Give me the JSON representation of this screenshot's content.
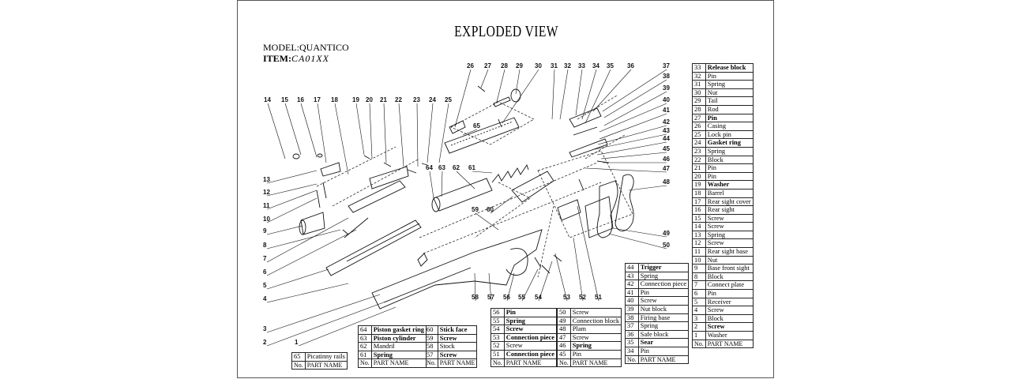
{
  "title": "EXPLODED VIEW",
  "model_label": "MODEL:",
  "model_value": "QUANTICO",
  "item_label": "ITEM:",
  "item_value": "CA01XX",
  "callouts": [
    "1",
    "2",
    "3",
    "4",
    "5",
    "6",
    "7",
    "8",
    "9",
    "10",
    "11",
    "12",
    "13",
    "14",
    "15",
    "16",
    "17",
    "18",
    "19",
    "20",
    "21",
    "22",
    "23",
    "24",
    "25",
    "26",
    "27",
    "28",
    "29",
    "30",
    "31",
    "32",
    "33",
    "34",
    "35",
    "36",
    "37",
    "38",
    "39",
    "40",
    "41",
    "42",
    "43",
    "44",
    "45",
    "46",
    "47",
    "48",
    "49",
    "50",
    "51",
    "52",
    "53",
    "54",
    "55",
    "56",
    "57",
    "58",
    "59",
    "60",
    "61",
    "62",
    "63",
    "64",
    "65"
  ],
  "header": {
    "no": "No.",
    "name": "PART NAME"
  },
  "tables": {
    "right": {
      "rows": [
        {
          "no": "33",
          "name": "Release block",
          "bold": true
        },
        {
          "no": "32",
          "name": "Pin",
          "bold": false
        },
        {
          "no": "31",
          "name": "Spring",
          "bold": false
        },
        {
          "no": "30",
          "name": "Nut",
          "bold": false
        },
        {
          "no": "29",
          "name": "Tail",
          "bold": false
        },
        {
          "no": "28",
          "name": "Rod",
          "bold": false
        },
        {
          "no": "27",
          "name": "Pin",
          "bold": true
        },
        {
          "no": "26",
          "name": "Casing",
          "bold": false
        },
        {
          "no": "25",
          "name": "Lock pin",
          "bold": false
        },
        {
          "no": "24",
          "name": "Gasket ring",
          "bold": true
        },
        {
          "no": "23",
          "name": "Spring",
          "bold": false
        },
        {
          "no": "22",
          "name": "Block",
          "bold": false
        },
        {
          "no": "21",
          "name": "Pin",
          "bold": false
        },
        {
          "no": "20",
          "name": "Pin",
          "bold": false
        },
        {
          "no": "19",
          "name": "Washer",
          "bold": true
        },
        {
          "no": "18",
          "name": "Barrel",
          "bold": false
        },
        {
          "no": "17",
          "name": "Rear sight cover",
          "bold": false
        },
        {
          "no": "16",
          "name": "Rear sight",
          "bold": false
        },
        {
          "no": "15",
          "name": "Screw",
          "bold": false
        },
        {
          "no": "14",
          "name": "Screw",
          "bold": false
        },
        {
          "no": "13",
          "name": "Spring",
          "bold": false
        },
        {
          "no": "12",
          "name": "Screw",
          "bold": false
        },
        {
          "no": "11",
          "name": "Rear sight base",
          "bold": false
        },
        {
          "no": "10",
          "name": "Nut",
          "bold": false
        },
        {
          "no": "9",
          "name": "Base front sight",
          "bold": false
        },
        {
          "no": "8",
          "name": "Block",
          "bold": false
        },
        {
          "no": "7",
          "name": "Connect plate",
          "bold": false
        },
        {
          "no": "6",
          "name": "Pin",
          "bold": false
        },
        {
          "no": "5",
          "name": "Receiver",
          "bold": false
        },
        {
          "no": "4",
          "name": "Screw",
          "bold": false
        },
        {
          "no": "3",
          "name": "Block",
          "bold": false
        },
        {
          "no": "2",
          "name": "Screw",
          "bold": true
        },
        {
          "no": "1",
          "name": "Washer",
          "bold": false
        }
      ]
    },
    "mid_right": {
      "rows": [
        {
          "no": "44",
          "name": "Trigger",
          "bold": true
        },
        {
          "no": "43",
          "name": "Spring",
          "bold": false
        },
        {
          "no": "42",
          "name": "Connection piece",
          "bold": false
        },
        {
          "no": "41",
          "name": "Pin",
          "bold": false
        },
        {
          "no": "40",
          "name": "Screw",
          "bold": false
        },
        {
          "no": "39",
          "name": "Nut block",
          "bold": false
        },
        {
          "no": "38",
          "name": "Firing base",
          "bold": false
        },
        {
          "no": "37",
          "name": "Spring",
          "bold": false
        },
        {
          "no": "36",
          "name": "Safe block",
          "bold": false
        },
        {
          "no": "35",
          "name": "Sear",
          "bold": true
        },
        {
          "no": "34",
          "name": "Pin",
          "bold": false
        }
      ]
    },
    "mid": {
      "rows": [
        {
          "no": "50",
          "name": "Screw",
          "bold": false
        },
        {
          "no": "49",
          "name": "Connection block",
          "bold": false
        },
        {
          "no": "48",
          "name": "Plam",
          "bold": false
        },
        {
          "no": "47",
          "name": "Screw",
          "bold": false
        },
        {
          "no": "46",
          "name": "Spring",
          "bold": true
        },
        {
          "no": "45",
          "name": "Pin",
          "bold": false
        }
      ]
    },
    "center": {
      "rows": [
        {
          "no": "56",
          "name": "Pin",
          "bold": true
        },
        {
          "no": "55",
          "name": "Spring",
          "bold": true
        },
        {
          "no": "54",
          "name": "Screw",
          "bold": true
        },
        {
          "no": "53",
          "name": "Connection piece",
          "bold": true
        },
        {
          "no": "52",
          "name": "Screw",
          "bold": false
        },
        {
          "no": "51",
          "name": "Connection piece",
          "bold": true
        }
      ]
    },
    "left_mid": {
      "rows": [
        {
          "no": "60",
          "name": "Stick face",
          "bold": true
        },
        {
          "no": "59",
          "name": "Screw",
          "bold": true
        },
        {
          "no": "58",
          "name": "Stock",
          "bold": false
        },
        {
          "no": "57",
          "name": "Screw",
          "bold": true
        }
      ]
    },
    "left": {
      "rows": [
        {
          "no": "64",
          "name": "Piston gasket ring",
          "bold": true
        },
        {
          "no": "63",
          "name": "Piston cylinder",
          "bold": true
        },
        {
          "no": "62",
          "name": "Mandril",
          "bold": false
        },
        {
          "no": "61",
          "name": "Spring",
          "bold": true
        }
      ]
    },
    "far_left": {
      "rows": [
        {
          "no": "65",
          "name": "Picatinny rails",
          "bold": false
        }
      ]
    }
  }
}
